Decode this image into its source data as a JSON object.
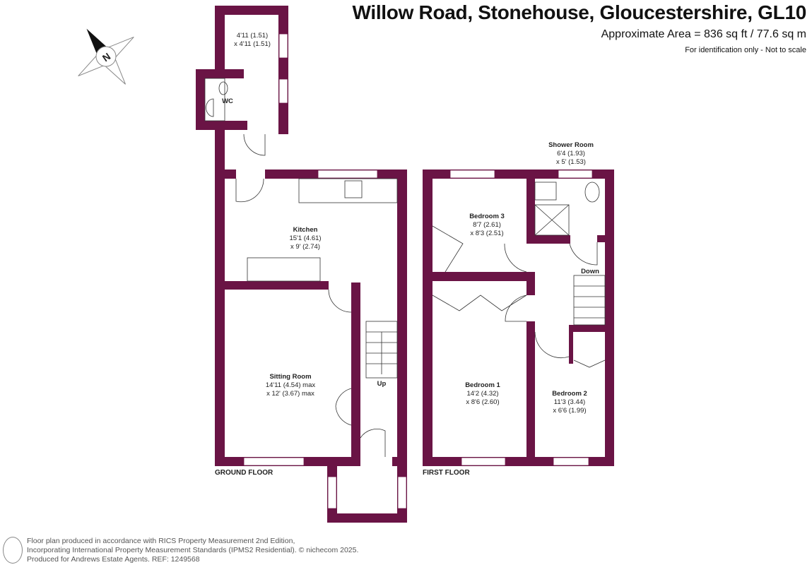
{
  "header": {
    "title": "Willow Road, Stonehouse, Gloucestershire, GL10",
    "area": "Approximate Area = 836 sq ft / 77.6 sq m",
    "note": "For identification only - Not to scale"
  },
  "compass": {
    "label": "N"
  },
  "ground_floor": {
    "label": "GROUND FLOOR",
    "rooms": {
      "porch_rear": {
        "dim1": "4'11 (1.51)",
        "dim2": "x 4'11 (1.51)"
      },
      "wc": {
        "name": "WC"
      },
      "kitchen": {
        "name": "Kitchen",
        "dim1": "15'1 (4.61)",
        "dim2": "x 9' (2.74)"
      },
      "sitting": {
        "name": "Sitting Room",
        "dim1": "14'11 (4.54) max",
        "dim2": "x 12' (3.67) max"
      }
    },
    "stairs": "Up"
  },
  "first_floor": {
    "label": "FIRST FLOOR",
    "rooms": {
      "shower": {
        "name": "Shower Room",
        "dim1": "6'4 (1.93)",
        "dim2": "x 5' (1.53)"
      },
      "bed3": {
        "name": "Bedroom 3",
        "dim1": "8'7 (2.61)",
        "dim2": "x 8'3 (2.51)"
      },
      "bed1": {
        "name": "Bedroom 1",
        "dim1": "14'2 (4.32)",
        "dim2": "x 8'6 (2.60)"
      },
      "bed2": {
        "name": "Bedroom 2",
        "dim1": "11'3 (3.44)",
        "dim2": "x 6'6 (1.99)"
      }
    },
    "stairs": "Down"
  },
  "footer": {
    "line1": "Floor plan produced in accordance with RICS Property Measurement 2nd Edition,",
    "line2": "Incorporating International Property Measurement Standards (IPMS2 Residential).   © nichecom 2025.",
    "line3": "Produced for Andrews Estate Agents.   REF: 1249568"
  },
  "colors": {
    "wall": "#6a1445"
  }
}
